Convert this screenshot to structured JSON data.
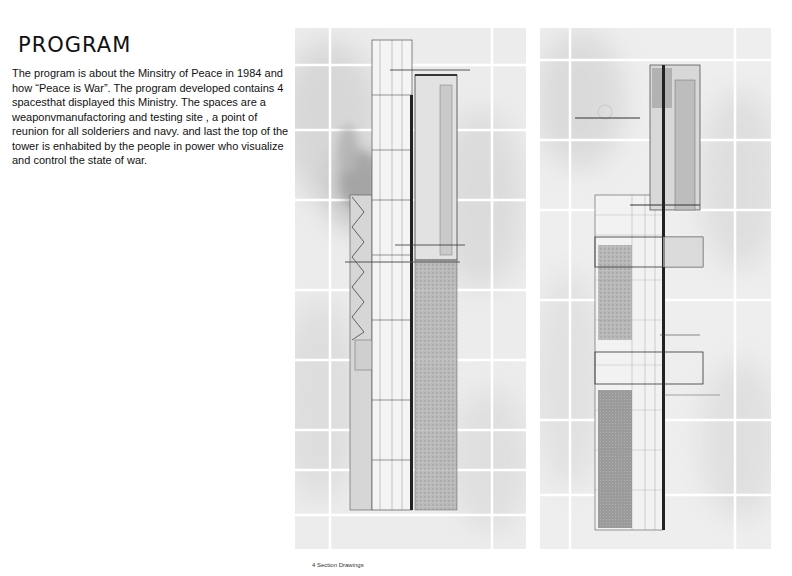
{
  "diagram": {
    "title": "PROGRAM",
    "caption": "4 Section Drawings",
    "labels": [
      "The program is about the Minsitry of Peace in 1984 and how “Peace is War”. The program developed contains 4 spacesthat displayed this Ministry. The spaces are a weaponvmanufactoring and testing site , a point of reunion for all solderiers and navy. and last the top of the tower is enhabited by the people in power who visualize and control the state of war."
    ]
  }
}
